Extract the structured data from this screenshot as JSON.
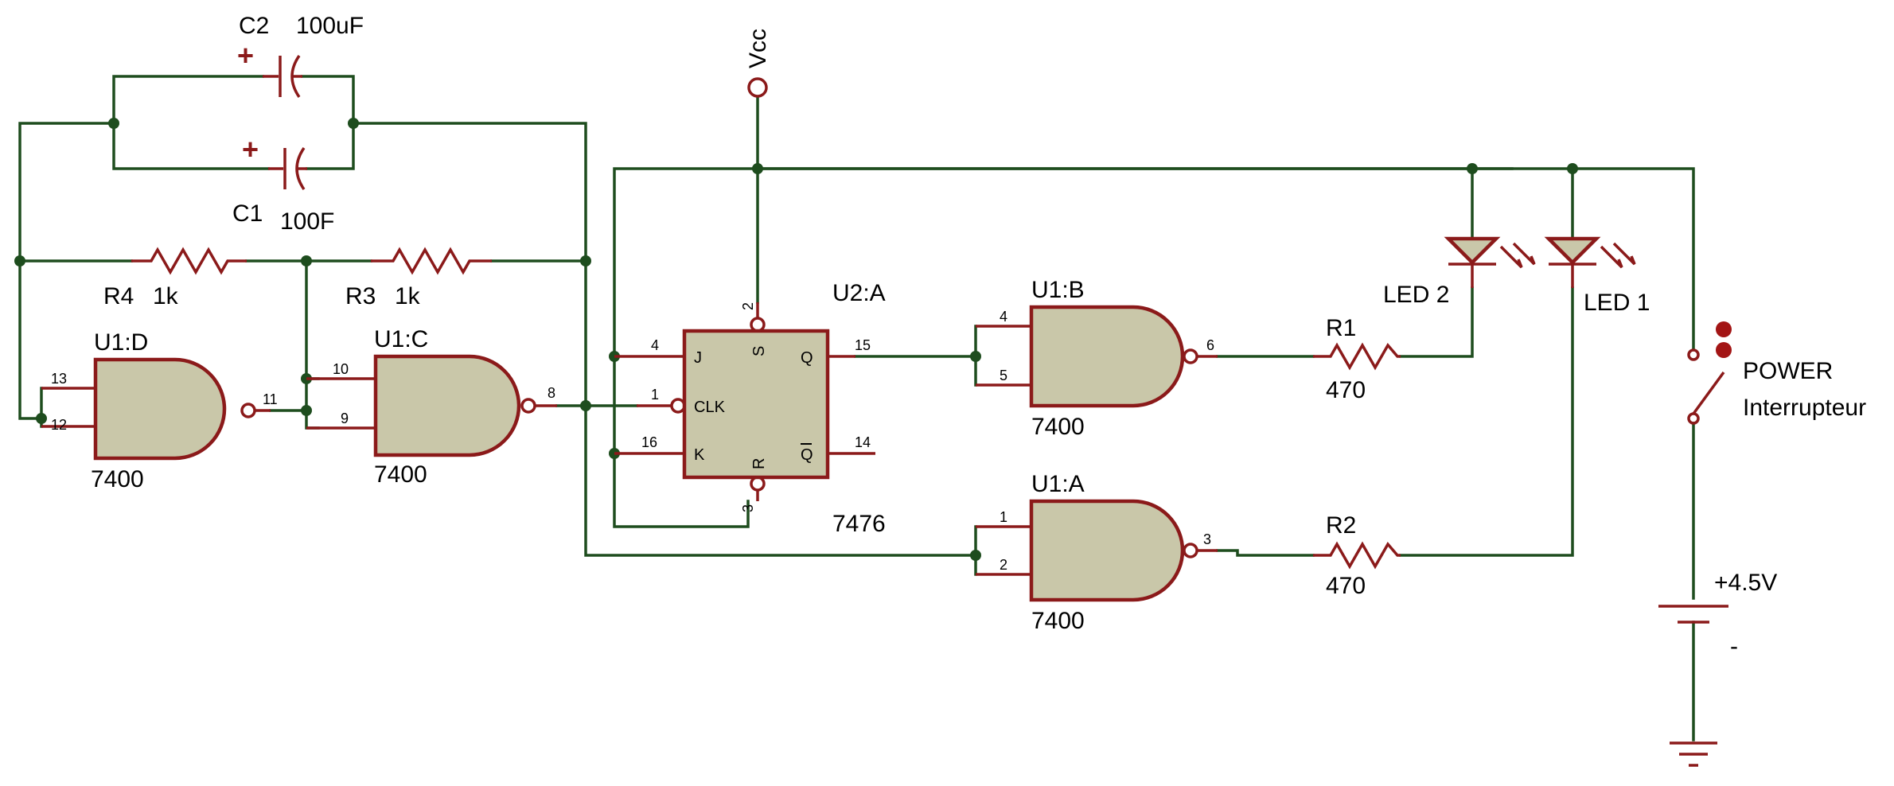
{
  "capacitors": {
    "c2": {
      "ref": "C2",
      "value": "100uF",
      "polarity": "+"
    },
    "c1": {
      "ref": "C1",
      "value": "100F",
      "polarity": "+"
    }
  },
  "resistors": {
    "r4": {
      "ref": "R4",
      "value": "1k"
    },
    "r3": {
      "ref": "R3",
      "value": "1k"
    },
    "r1": {
      "ref": "R1",
      "value": "470"
    },
    "r2": {
      "ref": "R2",
      "value": "470"
    }
  },
  "gates": {
    "u1d": {
      "ref": "U1:D",
      "part": "7400",
      "pins": [
        "13",
        "12",
        "11"
      ]
    },
    "u1c": {
      "ref": "U1:C",
      "part": "7400",
      "pins": [
        "10",
        "9",
        "8"
      ]
    },
    "u1b": {
      "ref": "U1:B",
      "part": "7400",
      "pins": [
        "4",
        "5",
        "6"
      ]
    },
    "u1a": {
      "ref": "U1:A",
      "part": "7400",
      "pins": [
        "1",
        "2",
        "3"
      ]
    }
  },
  "flipflop": {
    "ref": "U2:A",
    "part": "7476",
    "inputs": {
      "j": "J",
      "clk": "CLK",
      "k": "K",
      "s": "S",
      "r": "R",
      "q": "Q",
      "qbar": "Q"
    },
    "pins": {
      "j": "4",
      "clk": "1",
      "k": "16",
      "s": "2",
      "r": "3",
      "q": "15",
      "qbar": "14"
    }
  },
  "leds": {
    "led2": "LED 2",
    "led1": "LED 1"
  },
  "power": {
    "vcc": "Vcc",
    "switch_ref": "POWER",
    "switch_name": "Interrupteur",
    "battery_pos": "+4.5V",
    "battery_neg": "-"
  },
  "colors": {
    "wire": "#1e4d1e",
    "component": "#8b1a1a",
    "body_fill": "#c9c7a9"
  }
}
